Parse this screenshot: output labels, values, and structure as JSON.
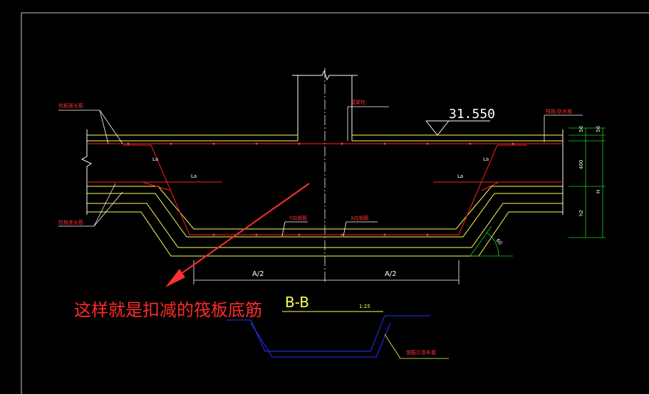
{
  "colors": {
    "background": "#000000",
    "frame": "#c8c8c8",
    "concrete": "#ffff55",
    "rebar": "#ff2020",
    "dimension": "#22cc22",
    "annotation": "#ffffff",
    "callout_text": "#ff2a2a",
    "callout_arrow": "#ff3030",
    "detail": "#2233ff"
  },
  "labels": {
    "upper_rebar_left": "抗板面长筋",
    "lower_rebar_left": "抗板底长筋",
    "column": "框架柱",
    "waterproof_right": "筏板/防水板",
    "anchor_la_1": "La",
    "anchor_la_2": "La",
    "anchor_la_3": "La",
    "anchor_la_4": "La",
    "y_rebar": "Y向钢筋",
    "x_rebar": "X向钢筋",
    "detail_note": "钢筋示意布置"
  },
  "elevation": "31.550",
  "dimensions": {
    "right": [
      "50",
      "50",
      "400",
      "H",
      "h2"
    ],
    "angle": "60",
    "bottom": [
      "A/2",
      "A/2"
    ]
  },
  "section": {
    "title": "B-B",
    "scale": "1:25"
  },
  "callout": {
    "text": "这样就是扣减的筏板底筋"
  }
}
